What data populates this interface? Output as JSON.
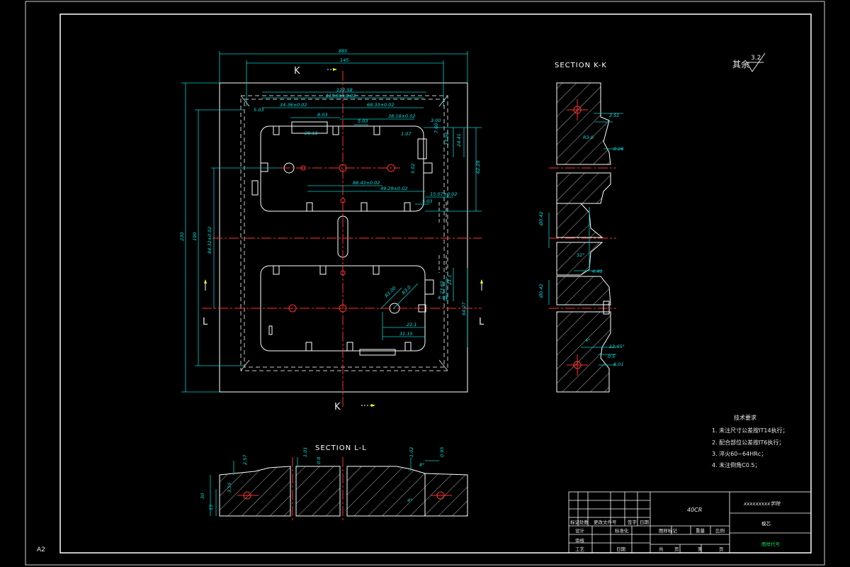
{
  "sheet": {
    "paper_size": "A2",
    "roughness": {
      "label": "其余",
      "value": "3.2"
    }
  },
  "views": {
    "plan": {
      "section_marks": [
        "K",
        "K",
        "L",
        "L"
      ],
      "dims": [
        "885",
        "145",
        "122.58",
        "119.56±0.02",
        "34.36±0.02",
        "68.33±0.02",
        "5.03",
        "8.03",
        "38.18±0.02",
        "5.03",
        "26.13",
        "1.07",
        "3.00",
        "7.60",
        "17.00",
        "24.41",
        "5.02",
        "62.29",
        "88.43±0.02",
        "49.29±0.02",
        "15.07±0.02",
        "5.03",
        "230",
        "190",
        "84.32±0.02",
        "23.60",
        "21.1",
        "4.95",
        "64.27",
        "22.1",
        "31.15",
        "R1.00",
        "R3.0"
      ]
    },
    "section_kk": {
      "title": "SECTION K-K",
      "dims": [
        "2.51",
        "R3.0",
        "0.26",
        "Ø0.42",
        "32°",
        "4.40",
        "Ø0.42",
        "4°",
        "13.65°",
        "0.5",
        "6.01"
      ]
    },
    "section_ll": {
      "title": "SECTION L-L",
      "dims": [
        "2.57",
        "1.01",
        "0.8",
        "1.02",
        "0.95",
        "8°",
        "30",
        "15",
        "3.55",
        "4°"
      ]
    }
  },
  "tech_requirements": {
    "title": "技术要求",
    "items": [
      "1. 未注尺寸公差按IT14执行；",
      "2. 配合部位公差按IT6执行；",
      "3. 淬火60~64HRc；",
      "4. 未注倒角C0.5；"
    ]
  },
  "title_block": {
    "material": "40CR",
    "company": "xxxxxxxxx学院",
    "part_name": "模芯",
    "drawing_no": "图样代号",
    "row_labels": [
      "标记",
      "处数",
      "更改文件号",
      "签字",
      "日期"
    ],
    "design_row": [
      "设计",
      "标准化"
    ],
    "review_row": [
      "审核"
    ],
    "process_row": [
      "工艺",
      "日期"
    ],
    "mid_labels": [
      "图样标记",
      "重量",
      "比例"
    ],
    "sheet_labels": [
      "共",
      "页",
      "第",
      "页"
    ]
  }
}
